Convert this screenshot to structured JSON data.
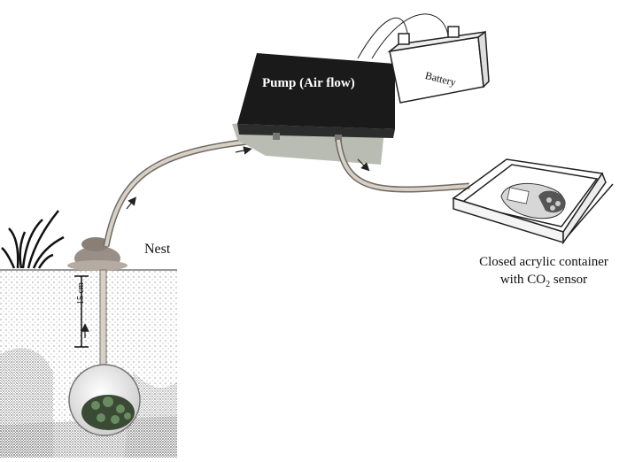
{
  "labels": {
    "nest": "Nest",
    "pump": "Pump (Air flow)",
    "battery": "Battery",
    "container_line1": "Closed acrylic container",
    "container_line2_pre": "with CO",
    "container_line2_sub": "2",
    "container_line2_post": " sensor",
    "depth": "15 cm"
  },
  "colors": {
    "pump_body": "#1a1a1a",
    "pump_shadow": "#b9bcb2",
    "tube": "#d8d0c4",
    "soil_dots": "#555555",
    "sky": "#ffffff"
  },
  "icons": [
    "grass-icon",
    "nest-mound-icon",
    "arrow-icon",
    "battery-icon",
    "sensor-device-icon"
  ]
}
